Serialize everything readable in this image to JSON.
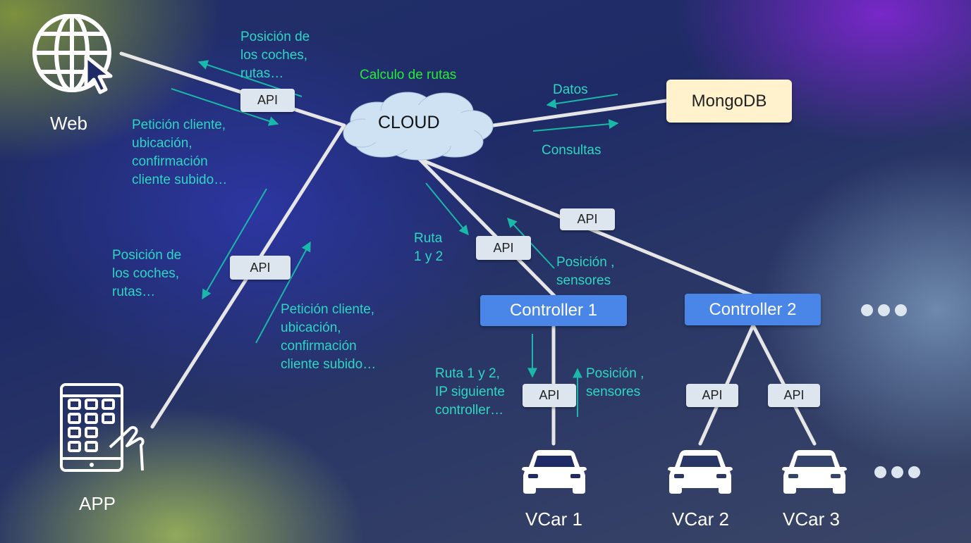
{
  "nodes": {
    "web": "Web",
    "app": "APP",
    "cloud": "CLOUD",
    "mongodb": "MongoDB",
    "controller1": "Controller 1",
    "controller2": "Controller 2",
    "vcar1": "VCar 1",
    "vcar2": "VCar 2",
    "vcar3": "VCar 3"
  },
  "api_label": "API",
  "labels": {
    "cloud_task": "Calculo de rutas",
    "web_to_client": "Posición de\nlos coches,\nrutas…",
    "web_to_cloud": "Petición cliente,\nubicación,\nconfirmación\ncliente subido…",
    "app_to_client": "Posición de\nlos coches,\nrutas…",
    "app_to_cloud": "Petición cliente,\nubicación,\nconfirmación\ncliente subido…",
    "datos": "Datos",
    "consultas": "Consultas",
    "ruta_ctrl": "Ruta\n1 y 2",
    "posicion_ctrl": "Posición ,\nsensores",
    "ruta_car": "Ruta 1 y 2,\nIP siguiente\ncontroller…",
    "posicion_car": "Posición ,\nsensores"
  },
  "colors": {
    "label": "#2fd6c2",
    "highlight": "#22ee33",
    "controller": "#4a86e8",
    "database": "#fff2cc",
    "api": "#dde6ee",
    "cloud": "#cfe2f3"
  },
  "icons": [
    "globe-cursor-icon",
    "tablet-hand-icon",
    "car-icon",
    "more-dots-icon"
  ]
}
